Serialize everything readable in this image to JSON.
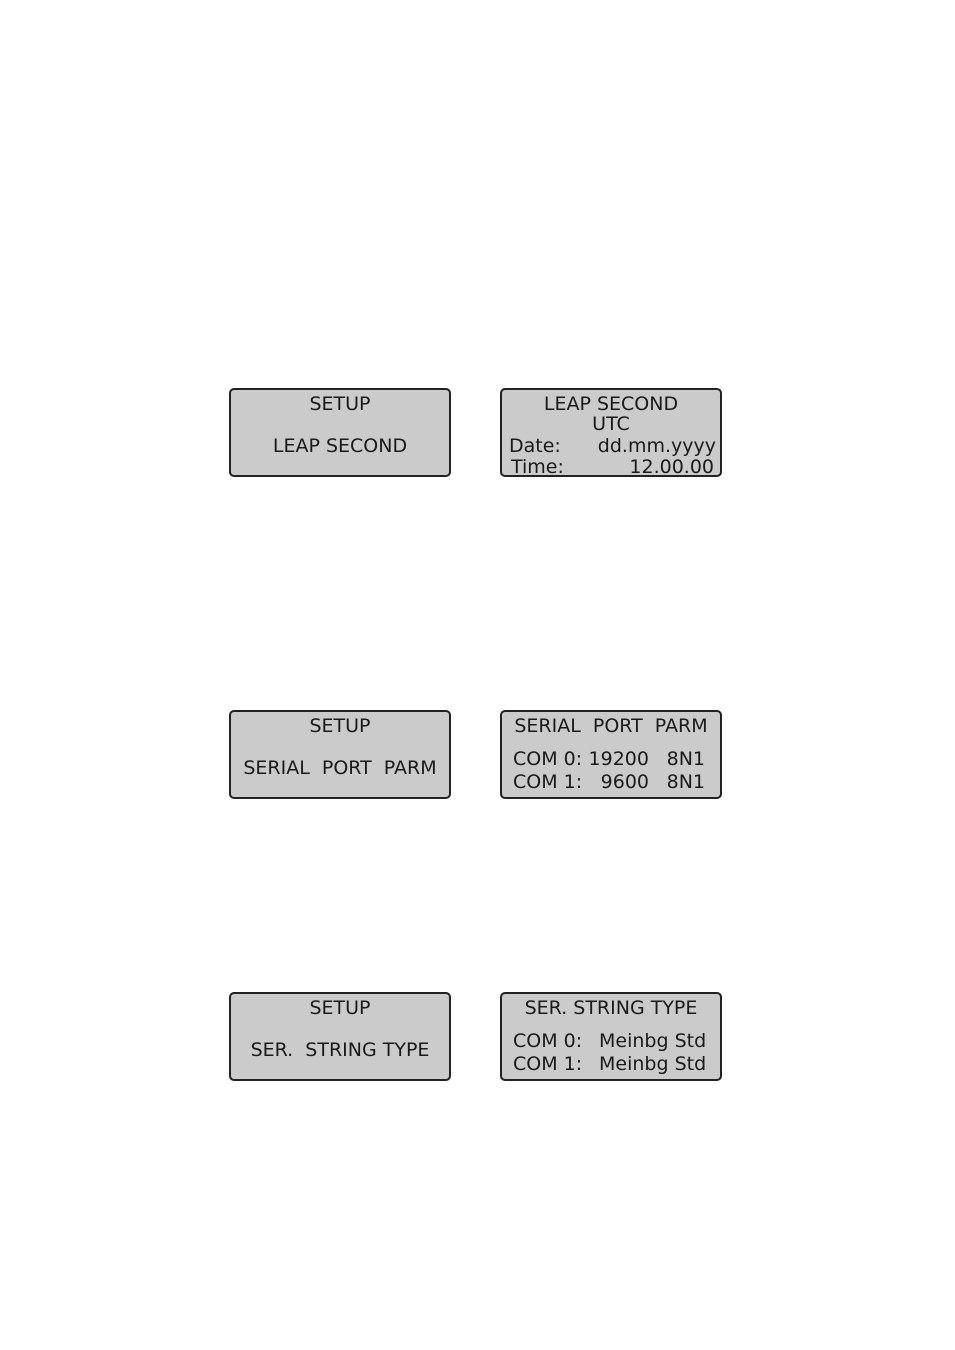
{
  "leap": {
    "menu": {
      "title": "SETUP",
      "item": "LEAP SECOND"
    },
    "detail": {
      "title": "LEAP SECOND",
      "subtitle": "UTC",
      "date_label": "Date:",
      "date_value": "dd.mm.yyyy",
      "time_label": "Time:",
      "time_value": "12.00.00"
    }
  },
  "serial": {
    "menu": {
      "title": "SETUP",
      "item": "SERIAL  PORT  PARM"
    },
    "detail": {
      "title": "SERIAL  PORT  PARM",
      "com0_label": "COM 0:",
      "com0_baud": "19200",
      "com0_frame": "8N1",
      "com1_label": "COM 1:",
      "com1_baud": "9600",
      "com1_frame": "8N1"
    }
  },
  "string": {
    "menu": {
      "title": "SETUP",
      "item": "SER.  STRING TYPE"
    },
    "detail": {
      "title": "SER. STRING TYPE",
      "com0_label": "COM 0:",
      "com0_value": "Meinbg Std",
      "com1_label": "COM 1:",
      "com1_value": "Meinbg Std"
    }
  }
}
